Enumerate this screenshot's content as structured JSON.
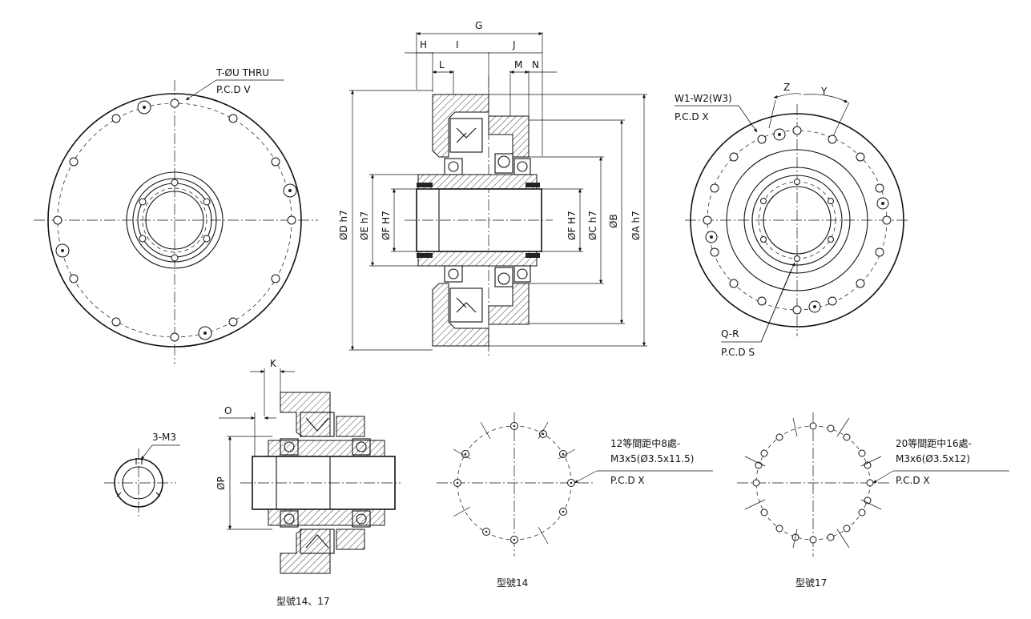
{
  "labels": {
    "front_view": {
      "thru_holes": "T-ØU THRU",
      "pcd_v": "P.C.D V"
    },
    "section_view": {
      "dim_g": "G",
      "dim_h": "H",
      "dim_i": "I",
      "dim_j": "J",
      "dim_l": "L",
      "dim_m": "M",
      "dim_n": "N",
      "dia_d": "ØD h7",
      "dia_e": "ØE h7",
      "dia_f_left": "ØF H7",
      "dia_f_right": "ØF H7",
      "dia_c": "ØC h7",
      "dia_b": "ØB",
      "dia_a": "ØA h7"
    },
    "rear_view": {
      "w_holes": "W1-W2(W3)",
      "pcd_x": "P.C.D X",
      "dim_z": "Z",
      "dim_y": "Y",
      "q_holes": "Q-R",
      "pcd_s": "P.C.D S"
    },
    "detail_small": {
      "tapped": "3-M3"
    },
    "detail_section": {
      "dim_k": "K",
      "dim_o": "O",
      "dia_p": "ØP",
      "caption": "型號14、17"
    },
    "pattern_14": {
      "note_line1": "12等間距中8處-",
      "note_line2": "M3x5(Ø3.5x11.5)",
      "pcd": "P.C.D X",
      "caption": "型號14"
    },
    "pattern_17": {
      "note_line1": "20等間距中16處-",
      "note_line2": "M3x6(Ø3.5x12)",
      "pcd": "P.C.D X",
      "caption": "型號17"
    }
  }
}
